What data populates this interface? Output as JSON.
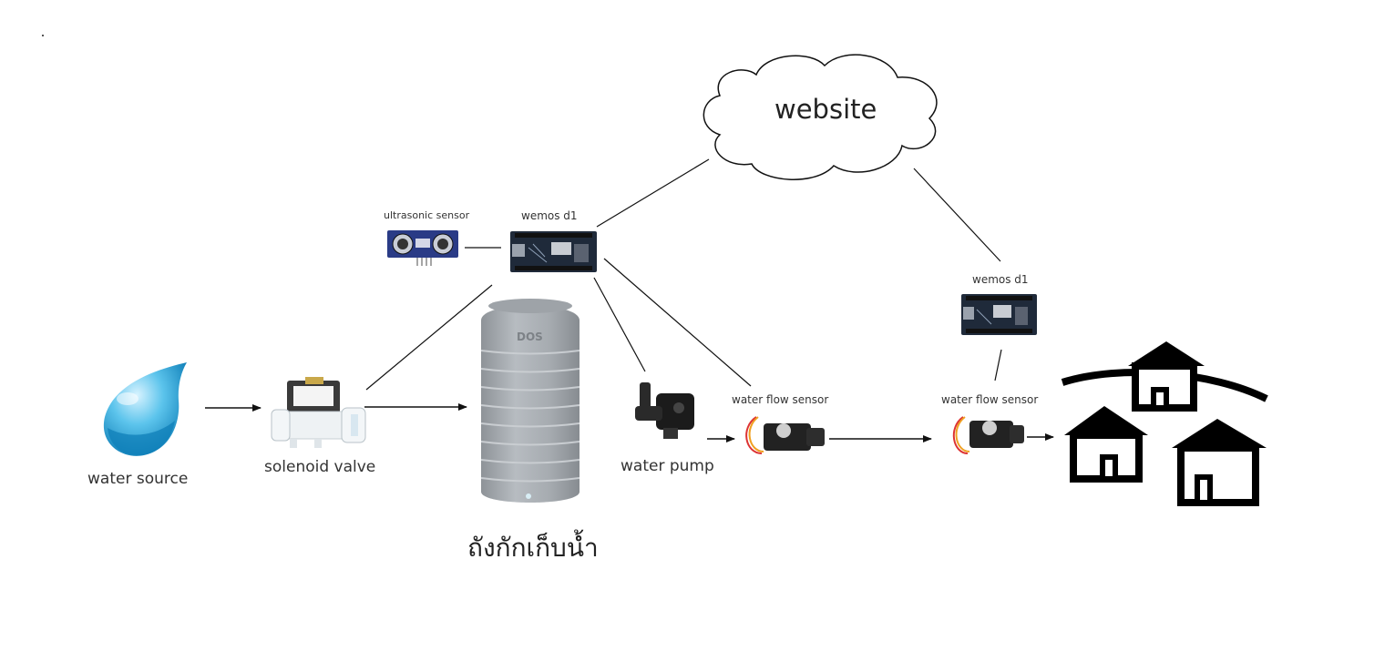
{
  "cloud": {
    "label": "website"
  },
  "nodes": {
    "water_source": {
      "label": "water source"
    },
    "solenoid_valve": {
      "label": "solenoid valve"
    },
    "ultrasonic_sensor": {
      "label": "ultrasonic sensor"
    },
    "wemos_d1_tank": {
      "label": "wemos d1"
    },
    "storage_tank": {
      "label": "ถังกักเก็บน้ำ",
      "brand": "DOS"
    },
    "water_pump": {
      "label": "water pump"
    },
    "water_flow_sensor_1": {
      "label": "water flow sensor"
    },
    "water_flow_sensor_2": {
      "label": "water flow sensor"
    },
    "wemos_d1_village": {
      "label": "wemos d1"
    }
  },
  "colors": {
    "drop": "#2aa6d8",
    "tank": "#a7acb1",
    "board": "#1f2a3a",
    "ultrasonic": "#2a3b86",
    "valve": "#e9eef1",
    "houses": "#000000",
    "lines": "#111111"
  },
  "icons": [
    "water-drop-icon",
    "solenoid-valve-icon",
    "ultrasonic-sensor-icon",
    "wemos-board-icon",
    "water-tank-icon",
    "water-pump-icon",
    "flow-sensor-icon",
    "houses-icon",
    "cloud-icon"
  ]
}
